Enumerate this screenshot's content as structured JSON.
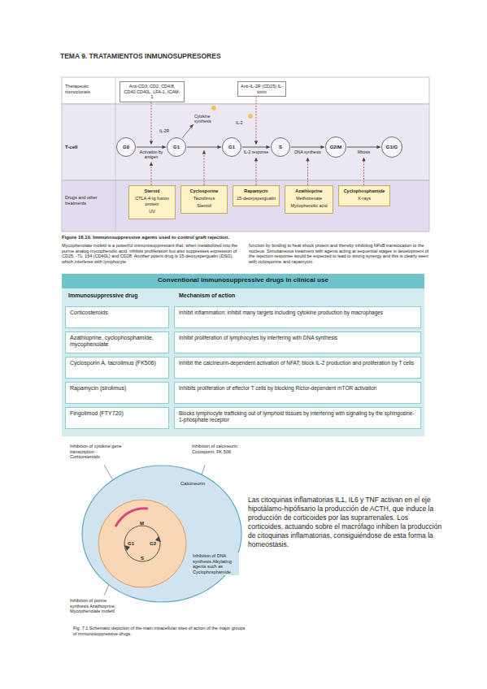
{
  "diagram": {
    "title": "TEMA 9. TRATAMIENTOS INMUNOSUPRESORES",
    "nodes": [
      {
        "text": [
          "Anti-CD3, CD2, CD4/8, CD40 CD40L, LFA-1, ICAM-1"
        ]
      },
      {
        "text": [
          "Anti-IL-2R (CD25) IL-toxin"
        ]
      },
      {
        "text": [
          "G0"
        ]
      },
      {
        "text": [
          "G1"
        ]
      },
      {
        "text": [
          "G1"
        ]
      },
      {
        "text": [
          "S"
        ]
      },
      {
        "text": [
          "G2/M"
        ]
      },
      {
        "text": [
          "G1/G"
        ]
      },
      {
        "text": [
          "Steroid",
          "CTLA-4-Ig fusion protein",
          "UV"
        ]
      },
      {
        "text": [
          "Cyclosporine",
          "Tacrolimus",
          "Steroid"
        ]
      },
      {
        "text": [
          "Rapamycin",
          "15-deoxyspergualin"
        ]
      },
      {
        "text": [
          "Azathioprine",
          "Methotrexate",
          "Mycophenolic acid"
        ]
      },
      {
        "text": [
          "Cyclophosphamide",
          "X-rays"
        ]
      },
      {
        "text": [
          "Calcineurin"
        ]
      },
      {
        "text": [
          "M",
          "G1",
          "S",
          "G2"
        ],
        "in": 13
      }
    ],
    "edges": [
      {
        "from": 2,
        "to": 3,
        "arrow": "to",
        "label": "Activation by antigen"
      },
      {
        "from": 3,
        "to": 4,
        "arrow": "to"
      },
      {
        "from": 4,
        "to": 5,
        "arrow": "to",
        "label": "IL-2 response"
      },
      {
        "from": 5,
        "to": 6,
        "arrow": "to",
        "label": "DNA synthesis"
      },
      {
        "from": 6,
        "to": 7,
        "arrow": "to",
        "label": "Mitosis"
      }
    ],
    "labels": [
      "Therapeutic monoclonals",
      "T-cell",
      "Drugs and other treatments",
      "IL-2R",
      "Cytokine synthesis",
      "IL-2",
      "Figure 16.10. Immunosuppressive agents used to control graft rejection.",
      "Mycophenolate mofetil is a powerful immunosuppressant that, when metabolized into the purine analog mycophenolic acid, inhibits proliferation but also suppresses expression of CD25, -71, 154 (CD40L) and CD28. Another potent drug is 15-deoxyspergualin (DSG), which interferes with lymphocyte",
      "function by binding to heat shock protein and thereby inhibiting NFκB translocation to the nucleus. Simultaneous treatment with agents acting at sequential stages in development of the rejection response would be expected to lead to strong synergy and this is clearly seen with ciclosporine and rapamycin.",
      "Conventional immunosuppressive drugs in clinical use",
      "Immunosuppressive drug",
      "Mechanism of action",
      "Corticosteroids",
      "Inhibit inflammation; inhibit many targets including cytokine production by macrophages",
      "Azathioprine, cyclophosphamide, mycophenolate",
      "Inhibit proliferation of lymphocytes by interfering with DNA synthesis",
      "Cyclosporin A, tacrolimus (FK506)",
      "Inhibit the calcineurin-dependent activation of NFAT; block IL-2 production and proliferation by T cells",
      "Rapamycin (sirolimus)",
      "Inhibits proliferation of effector T cells by blocking Rictor-dependent mTOR activation",
      "Fingolimod (FTY720)",
      "Blocks lymphocyte trafficking out of lymphoid tissues by interfering with signaling by the sphingosine-1-phosphate receptor",
      "Inhibition of cytokine gene transcription - Corticosteroids",
      "Inhibition of calcineurin Ciclosporin, FK 506",
      "Inhibition of purine synthesis Azathioprine, Mycophenolate mofetil",
      "Inhibition of DNA synthesis Alkylating agents such as Cyclophosphamide",
      "Fig. 7.1 Schematic depiction of the main intracellular sites of action of the major groups of immunosuppressive drugs.",
      "Las citoquinas inflamatorias IL1, IL6 y TNF activan en el eje hipotálamo-hipófisario la producción de ACTH, que induce la producción de corticoides por las suprarrenales. Los corticoides, actuando sobre el macrófago inhiben la producción de citoquinas inflamatorias, consiguiéndose de esta forma la homeostasis."
    ]
  }
}
